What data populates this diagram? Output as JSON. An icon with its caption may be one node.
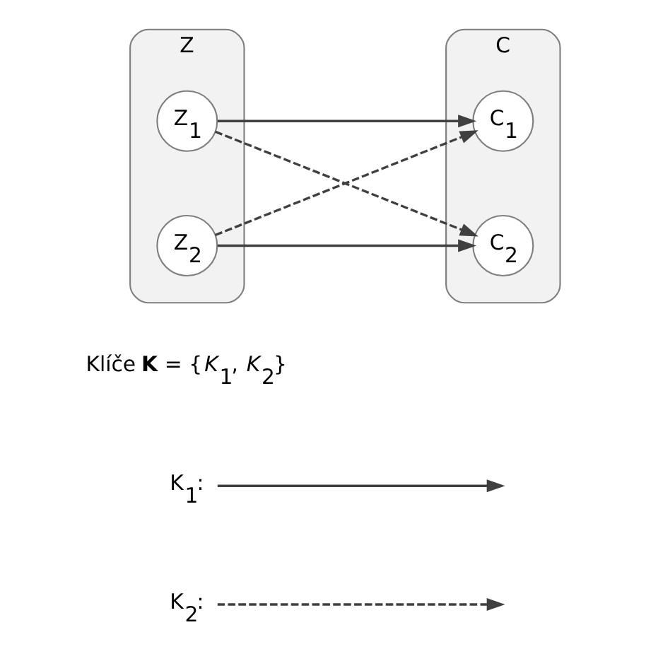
{
  "diagram": {
    "nodes": [
      {
        "text": [
          "Z"
        ]
      },
      {
        "text": [
          "Z$_{1}$"
        ],
        "in": 0
      },
      {
        "text": [
          "Z$_{2}$"
        ],
        "in": 0
      },
      {
        "text": [
          "C"
        ]
      },
      {
        "text": [
          "C$_{1}$"
        ],
        "in": 3
      },
      {
        "text": [
          "C$_{2}$"
        ],
        "in": 3
      }
    ],
    "edges": [
      {
        "from": 1,
        "to": 4,
        "arrow": "to"
      },
      {
        "from": 1,
        "to": 5,
        "arrow": "to",
        "style": "dashed"
      },
      {
        "from": 2,
        "to": 4,
        "arrow": "to",
        "style": "dashed"
      },
      {
        "from": 2,
        "to": 5,
        "arrow": "to"
      }
    ],
    "labels": [
      "Klíče **K** = {*K*$_{1}$, *K*$_{2}$}"
    ],
    "legend": [
      {
        "text": "K$_{1}$:"
      },
      {
        "text": "K$_{2}$:"
      }
    ]
  }
}
